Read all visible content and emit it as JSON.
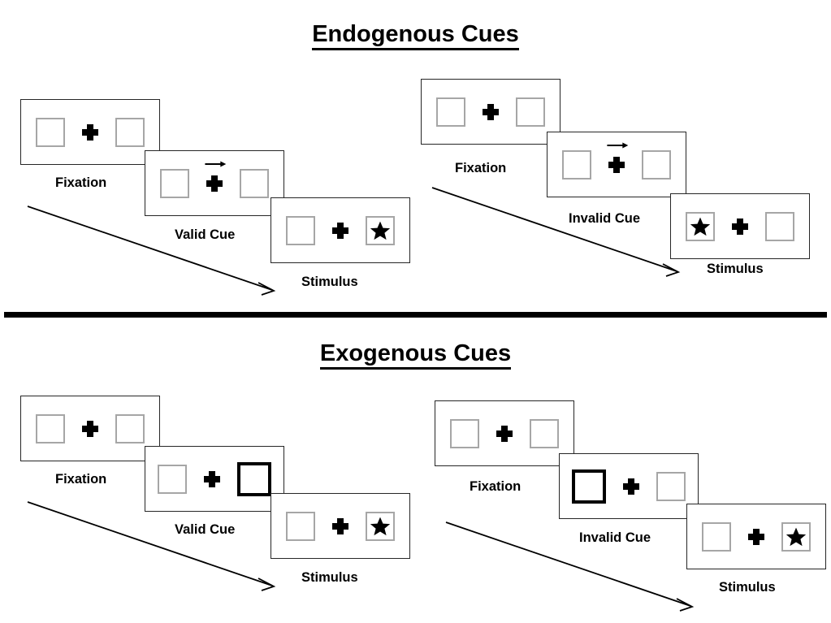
{
  "figure": {
    "sections": [
      {
        "id": "endogenous",
        "title": "Endogenous Cues",
        "groups": [
          {
            "id": "endogenous-valid",
            "panels": [
              {
                "caption": "Fixation",
                "cue_type": "none",
                "left_box": "empty",
                "right_box": "empty"
              },
              {
                "caption": "Valid Cue",
                "cue_type": "arrow-right",
                "left_box": "empty",
                "right_box": "empty"
              },
              {
                "caption": "Stimulus",
                "cue_type": "none",
                "left_box": "empty",
                "right_box": "star"
              }
            ]
          },
          {
            "id": "endogenous-invalid",
            "panels": [
              {
                "caption": "Fixation",
                "cue_type": "none",
                "left_box": "empty",
                "right_box": "empty"
              },
              {
                "caption": "Invalid Cue",
                "cue_type": "arrow-right",
                "left_box": "empty",
                "right_box": "empty"
              },
              {
                "caption": "Stimulus",
                "cue_type": "none",
                "left_box": "star",
                "right_box": "empty"
              }
            ]
          }
        ]
      },
      {
        "id": "exogenous",
        "title": "Exogenous Cues",
        "groups": [
          {
            "id": "exogenous-valid",
            "panels": [
              {
                "caption": "Fixation",
                "cue_type": "none",
                "left_box": "empty",
                "right_box": "empty"
              },
              {
                "caption": "Valid Cue",
                "cue_type": "none",
                "left_box": "empty",
                "right_box": "cued"
              },
              {
                "caption": "Stimulus",
                "cue_type": "none",
                "left_box": "empty",
                "right_box": "star"
              }
            ]
          },
          {
            "id": "exogenous-invalid",
            "panels": [
              {
                "caption": "Fixation",
                "cue_type": "none",
                "left_box": "empty",
                "right_box": "empty"
              },
              {
                "caption": "Invalid Cue",
                "cue_type": "none",
                "left_box": "cued",
                "right_box": "empty"
              },
              {
                "caption": "Stimulus",
                "cue_type": "none",
                "left_box": "empty",
                "right_box": "star"
              }
            ]
          }
        ]
      }
    ],
    "colors": {
      "background": "#ffffff",
      "panel_border": "#262626",
      "box_border": "#a6a6a6",
      "cued_box_border": "#000000",
      "ink": "#000000",
      "divider": "#000000"
    },
    "icons": {
      "fixation": "plus-icon",
      "cue_arrow": "arrow-right-icon",
      "target": "star-icon",
      "time_flow": "time-flow-arrow-icon"
    }
  }
}
